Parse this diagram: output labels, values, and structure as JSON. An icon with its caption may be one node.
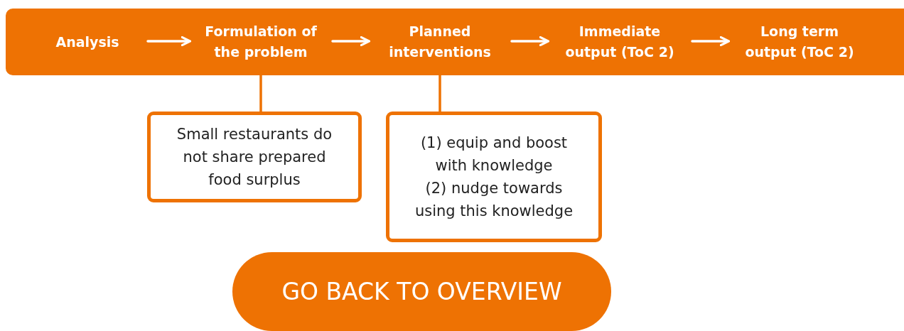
{
  "diagram": {
    "nodes": [
      {
        "text": [],
        "shape": "bar"
      },
      {
        "text": [
          "Analysis"
        ],
        "in": 0
      },
      {
        "text": [
          "Formulation of the problem"
        ],
        "in": 0
      },
      {
        "text": [
          "Planned interventions"
        ],
        "in": 0
      },
      {
        "text": [
          "Immediate output (ToC 2)"
        ],
        "in": 0
      },
      {
        "text": [
          "Long term output (ToC 2)"
        ],
        "in": 0
      },
      {
        "text": [
          "Small restaurants do not share prepared food surplus"
        ]
      },
      {
        "text": [
          "(1) equip and boost with knowledge",
          "(2) nudge towards using this knowledge"
        ]
      },
      {
        "text": [
          "GO BACK TO OVERVIEW"
        ]
      }
    ],
    "edges": [
      {
        "from": 1,
        "to": 2,
        "arrow": "to"
      },
      {
        "from": 2,
        "to": 3,
        "arrow": "to"
      },
      {
        "from": 3,
        "to": 4,
        "arrow": "to"
      },
      {
        "from": 4,
        "to": 5,
        "arrow": "to"
      },
      {
        "from": 2,
        "to": 6,
        "arrow": "none",
        "color": "#ee7203"
      },
      {
        "from": 3,
        "to": 7,
        "arrow": "none",
        "color": "#ee7203"
      }
    ]
  }
}
